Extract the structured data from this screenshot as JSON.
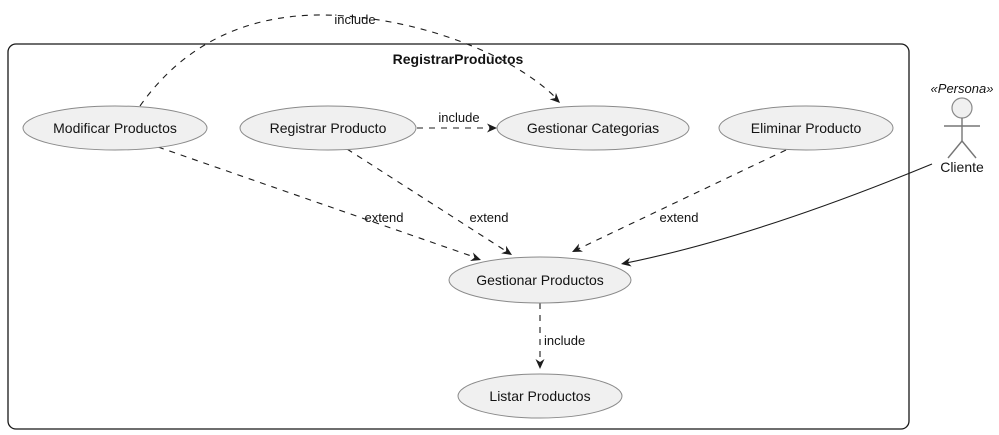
{
  "diagram": {
    "type": "uml-use-case-diagram",
    "frame_title": "RegistrarProductos",
    "use_cases": [
      {
        "label": "Modificar Productos"
      },
      {
        "label": "Registrar Producto"
      },
      {
        "label": "Gestionar Categorias"
      },
      {
        "label": "Eliminar Producto"
      },
      {
        "label": "Gestionar Productos"
      },
      {
        "label": "Listar Productos"
      }
    ],
    "actor": {
      "stereotype": "«Persona»",
      "name": "Cliente"
    },
    "edges": [
      {
        "from": "Modificar Productos",
        "to": "Gestionar Categorias",
        "label": "include",
        "style": "dashed"
      },
      {
        "from": "Registrar Producto",
        "to": "Gestionar Categorias",
        "label": "include",
        "style": "dashed"
      },
      {
        "from": "Modificar Productos",
        "to": "Gestionar Productos",
        "label": "extend",
        "style": "dashed"
      },
      {
        "from": "Registrar Producto",
        "to": "Gestionar Productos",
        "label": "extend",
        "style": "dashed"
      },
      {
        "from": "Eliminar Producto",
        "to": "Gestionar Productos",
        "label": "extend",
        "style": "dashed"
      },
      {
        "from": "Cliente",
        "to": "Gestionar Productos",
        "label": "",
        "style": "solid"
      },
      {
        "from": "Gestionar Productos",
        "to": "Listar Productos",
        "label": "include",
        "style": "dashed"
      }
    ],
    "colors": {
      "background": "#ffffff",
      "ellipse_fill": "#f0f0f0",
      "ellipse_border": "#8a8a8a",
      "line": "#1c1c1c",
      "frame_border": "#181818",
      "text": "#131313"
    }
  }
}
